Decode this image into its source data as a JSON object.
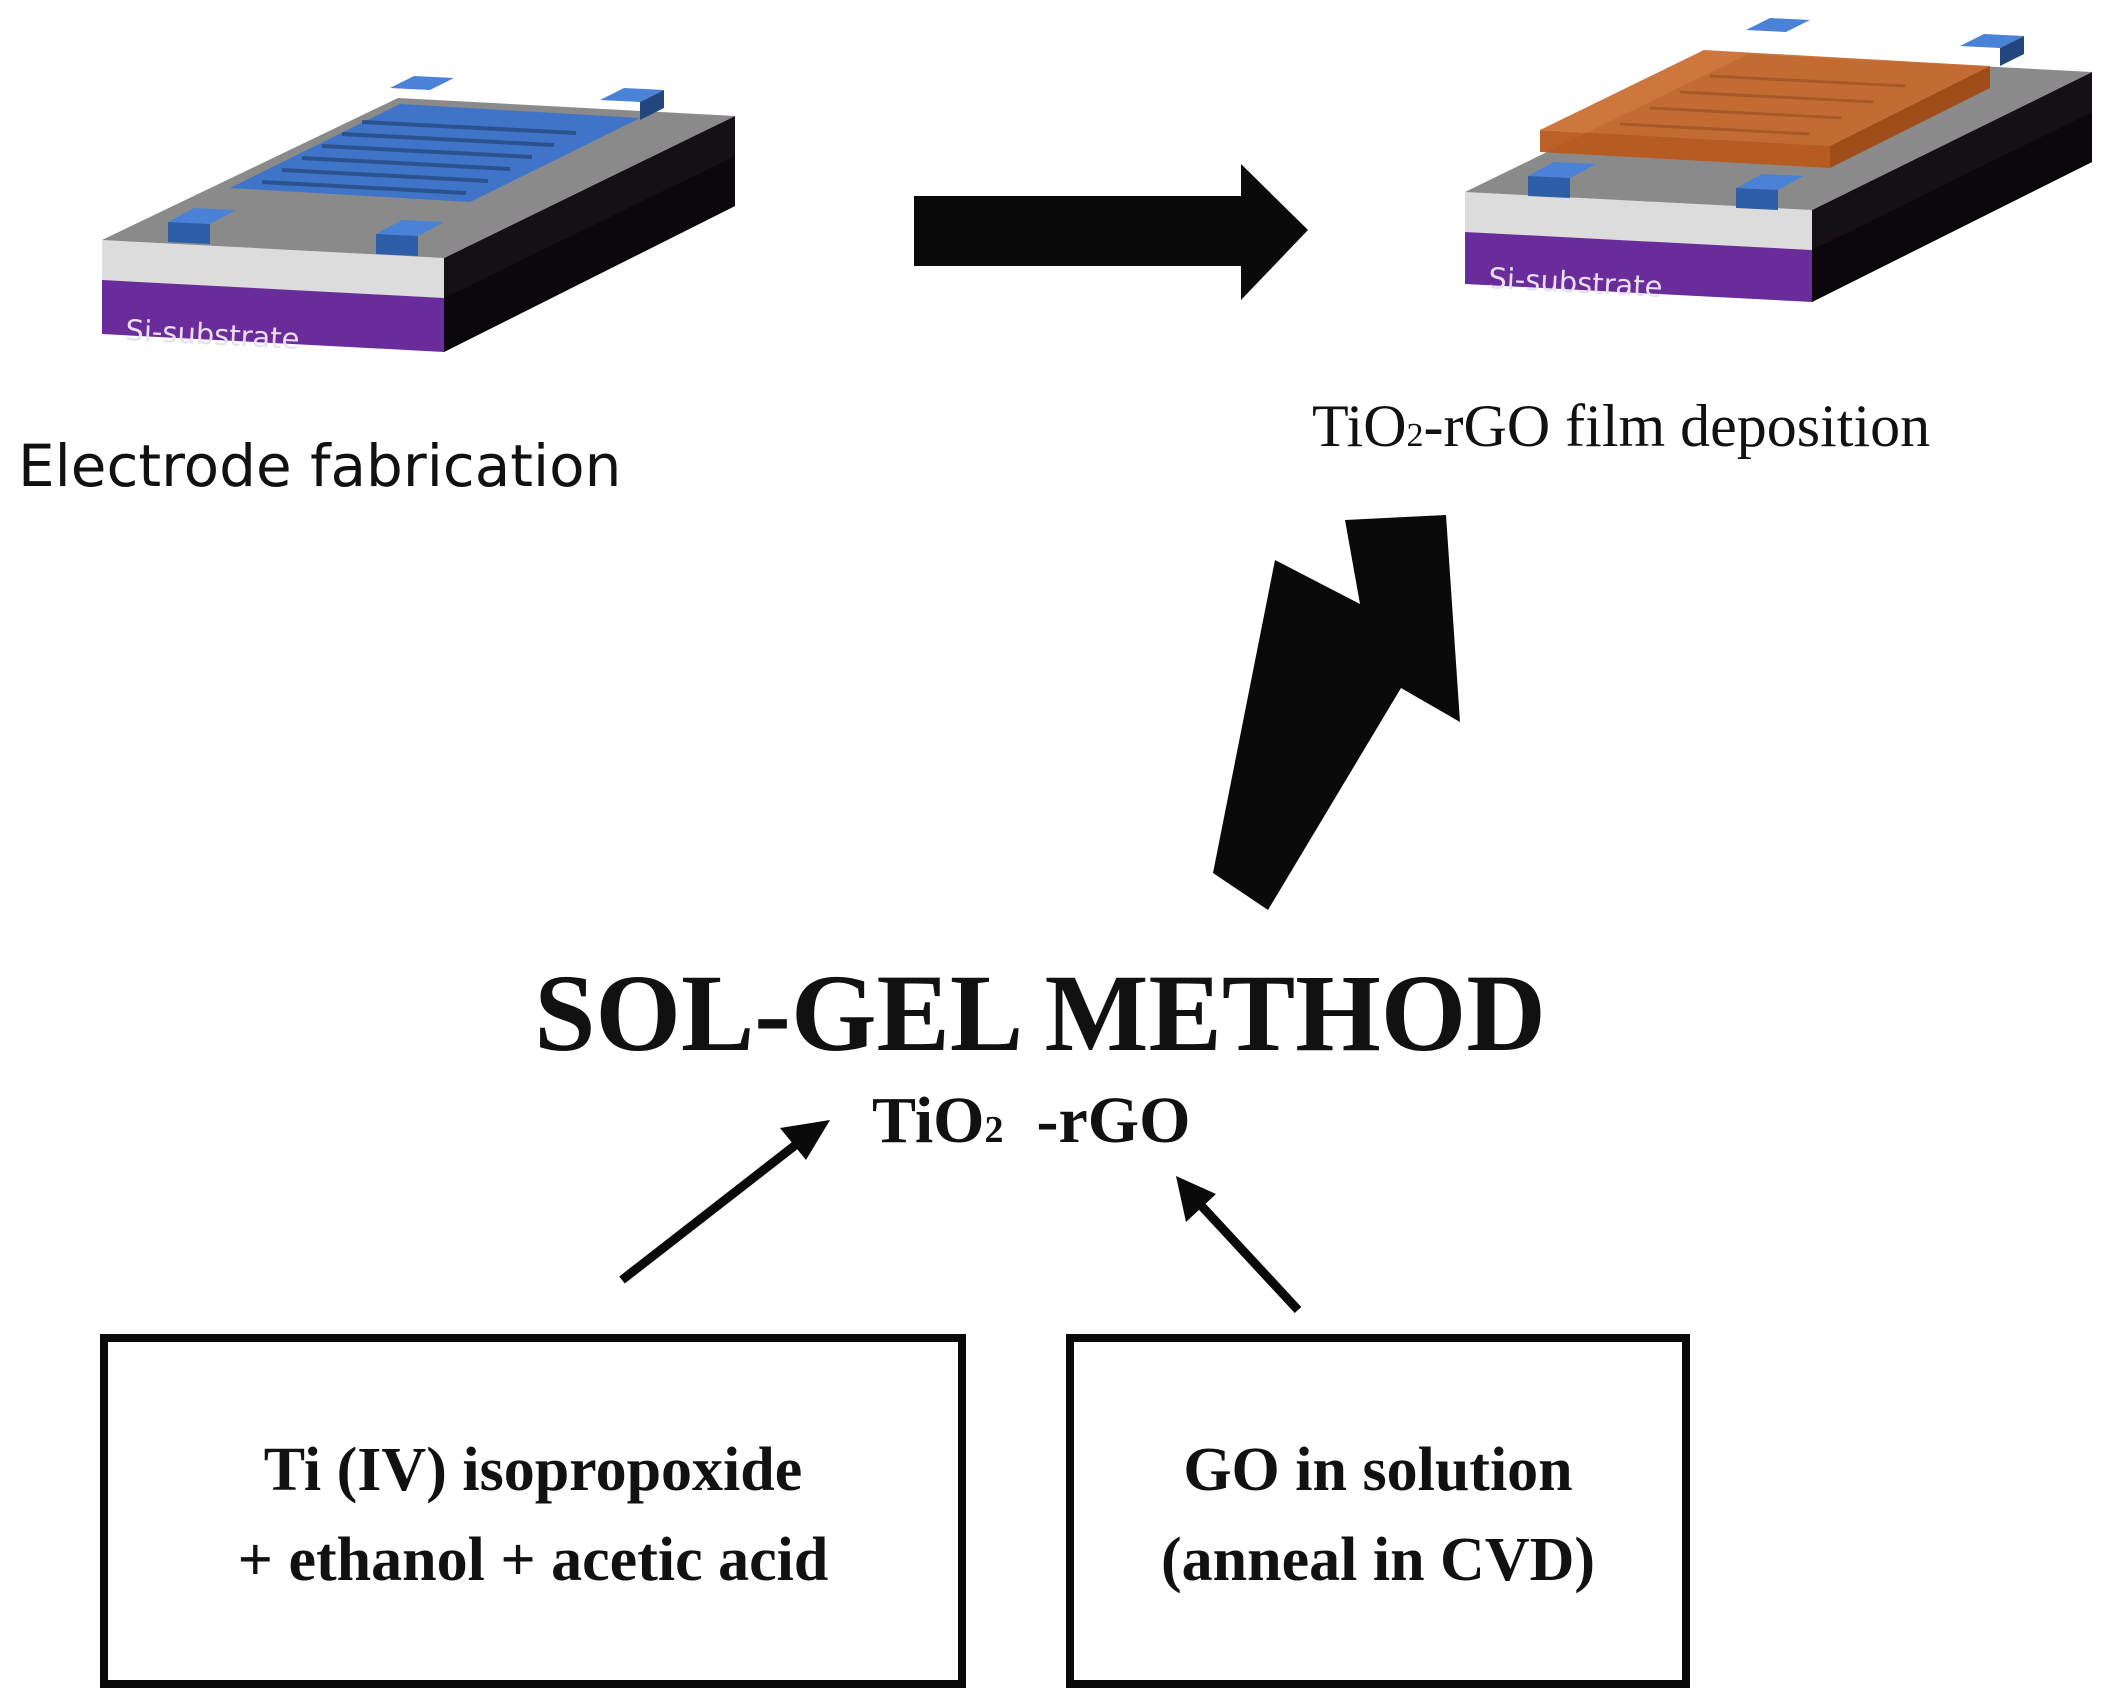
{
  "colors": {
    "arrow": "#0a0a0a",
    "substrate_purple": "#6a2c9a",
    "electrode_blue": "#3f74c8",
    "film_orange": "#c8682a",
    "layer_gray": "#8a8a8a",
    "layer_light": "#dcdcdc",
    "layer_dark": "#151015"
  },
  "icons": {
    "left_device": "electrode-chip-icon",
    "right_device": "film-coated-chip-icon"
  },
  "steps": {
    "electrode": {
      "substrate_label": "Si-substrate",
      "caption": "Electrode fabrication"
    },
    "deposition": {
      "substrate_label": "Si-substrate",
      "caption_prefix": "TiO",
      "caption_sub": "2",
      "caption_suffix": "-rGO film deposition"
    }
  },
  "method": {
    "title": "SOL-GEL METHOD",
    "product_prefix": "TiO",
    "product_sub": "2",
    "product_suffix": "  -rGO"
  },
  "inputs": [
    {
      "line1": "Ti (IV) isopropoxide",
      "line2": "+ ethanol + acetic acid"
    },
    {
      "line1": "GO in solution",
      "line2": "(anneal in CVD)"
    }
  ]
}
